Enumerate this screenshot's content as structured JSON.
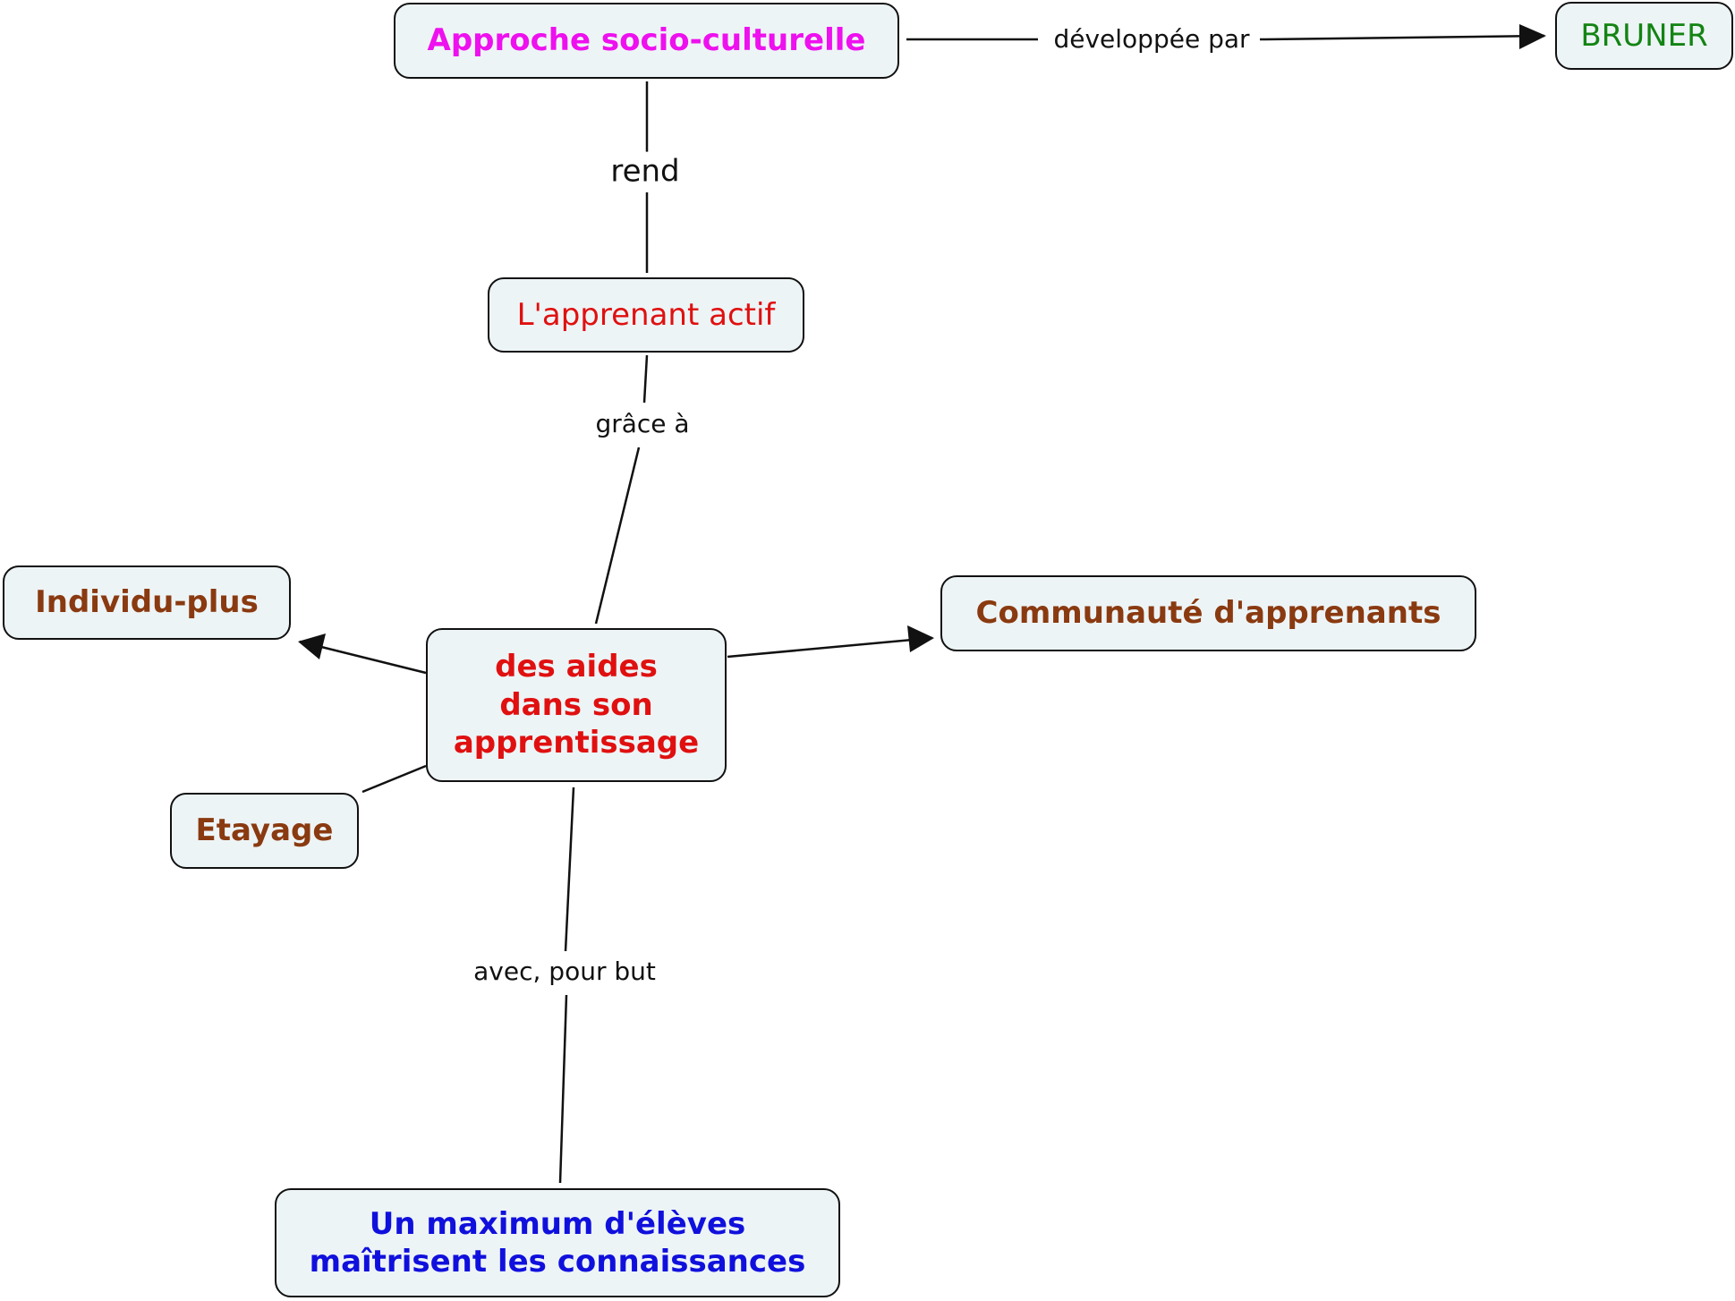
{
  "colors": {
    "magenta": "#ee10ee",
    "green": "#138413",
    "red": "#e01010",
    "brown": "#8a3a10",
    "blue": "#1010dd",
    "node_fill": "#edf4f6",
    "line": "#111111"
  },
  "nodes": {
    "approche": "Approche socio-culturelle",
    "bruner": "BRUNER",
    "apprenant": "L'apprenant actif",
    "aides": [
      "des aides",
      "dans son",
      "apprentissage"
    ],
    "individu": "Individu-plus",
    "communaute": "Communauté d'apprenants",
    "etayage": "Etayage",
    "maximum": [
      "Un maximum d'élèves",
      "maîtrisent les connaissances"
    ]
  },
  "links": {
    "developpee": "développée par",
    "rend": "rend",
    "grace": "grâce à",
    "avec": "avec, pour but"
  }
}
